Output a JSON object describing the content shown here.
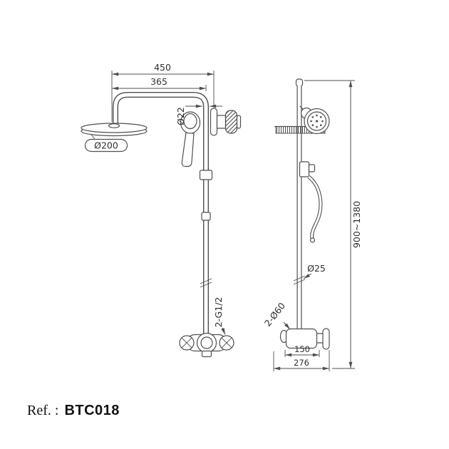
{
  "front_view": {
    "dim_total_width": "450",
    "dim_arm_width": "365",
    "dim_pipe_diameter": "Ø22",
    "dim_head_diameter": "Ø200",
    "dim_inlet_thread": "2-G1/2"
  },
  "side_view": {
    "dim_height_range": "900~1380",
    "dim_column_diameter": "Ø25",
    "dim_escutcheon_diameter": "2-Ø60",
    "dim_inlet_spacing": "150",
    "dim_overall_depth": "276"
  },
  "reference": {
    "label": "Ref. :",
    "code": "BTC018"
  },
  "colors": {
    "line": "#4f4f4f",
    "text": "#2e2e2e",
    "background": "#ffffff"
  }
}
